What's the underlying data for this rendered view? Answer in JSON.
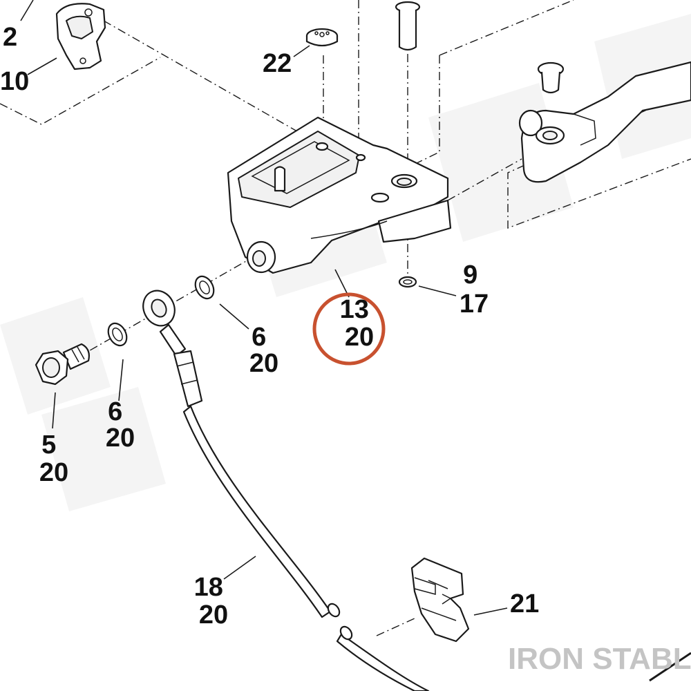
{
  "diagram": {
    "callouts": [
      {
        "id": "c-2",
        "lines": [
          "2"
        ]
      },
      {
        "id": "c-10",
        "lines": [
          "10"
        ]
      },
      {
        "id": "c-22",
        "lines": [
          "22"
        ]
      },
      {
        "id": "c-9-17",
        "lines": [
          "9",
          "17"
        ]
      },
      {
        "id": "c-13-20",
        "lines": [
          "13",
          "20"
        ],
        "highlighted": true
      },
      {
        "id": "c-6-20-a",
        "lines": [
          "6",
          "20"
        ]
      },
      {
        "id": "c-6-20-b",
        "lines": [
          "6",
          "20"
        ]
      },
      {
        "id": "c-5-20",
        "lines": [
          "5",
          "20"
        ]
      },
      {
        "id": "c-18-20",
        "lines": [
          "18",
          "20"
        ]
      },
      {
        "id": "c-21",
        "lines": [
          "21"
        ]
      }
    ],
    "watermark": "IRON STABLE",
    "highlight_color": "#c8512f"
  }
}
